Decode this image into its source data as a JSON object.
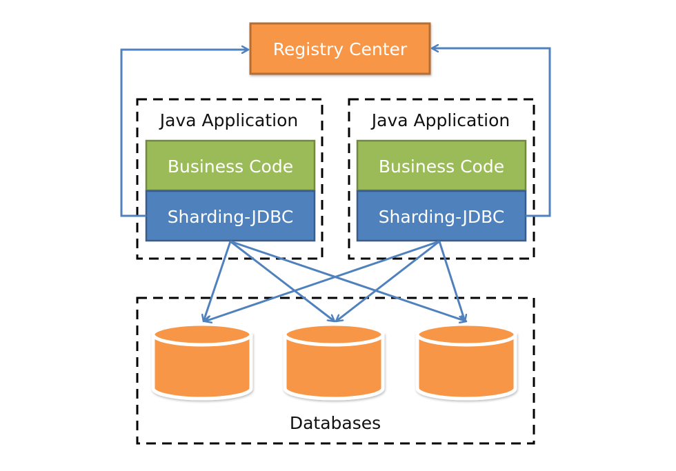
{
  "diagram": {
    "registry": {
      "label": "Registry Center",
      "fill": "#F79646",
      "stroke": "#B66D31"
    },
    "apps": [
      {
        "title": "Java Application",
        "business": {
          "label": "Business Code",
          "fill": "#9BBB59",
          "stroke": "#71893F"
        },
        "sharding": {
          "label": "Sharding-JDBC",
          "fill": "#4F81BD",
          "stroke": "#385D8A"
        }
      },
      {
        "title": "Java Application",
        "business": {
          "label": "Business Code",
          "fill": "#9BBB59",
          "stroke": "#71893F"
        },
        "sharding": {
          "label": "Sharding-JDBC",
          "fill": "#4F81BD",
          "stroke": "#385D8A"
        }
      }
    ],
    "databases": {
      "label": "Databases",
      "count": 3,
      "fill": "#F79646",
      "icon": "database-cylinder-icon"
    },
    "connections": {
      "color": "#4F81BD",
      "registry_links": [
        "app-1-sharding -> registry",
        "app-2-sharding -> registry"
      ],
      "db_links": [
        "each sharding -> each database"
      ]
    }
  }
}
